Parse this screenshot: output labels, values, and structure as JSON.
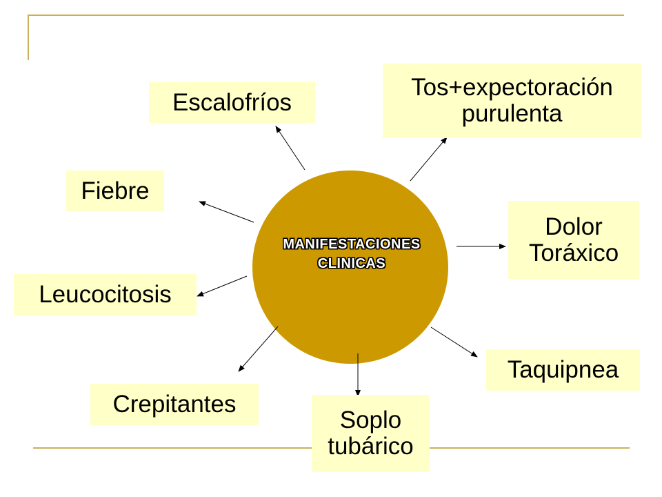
{
  "center": {
    "line1": "MANIFESTACIONES",
    "line2": "CLINICAS"
  },
  "items": {
    "escalofrios": "Escalofríos",
    "tos": {
      "line1": "Tos+expectoración",
      "line2": "purulenta"
    },
    "fiebre": "Fiebre",
    "dolor": {
      "line1": "Dolor",
      "line2": "Toráxico"
    },
    "leucocitosis": "Leucocitosis",
    "taquipnea": "Taquipnea",
    "crepitantes": "Crepitantes",
    "soplo": {
      "line1": "Soplo",
      "line2": "tubárico"
    }
  },
  "colors": {
    "ellipse_fill": "#cc9900",
    "box_fill": "#ffffc8",
    "frame_line": "#c9b15a",
    "arrow": "#000000"
  }
}
